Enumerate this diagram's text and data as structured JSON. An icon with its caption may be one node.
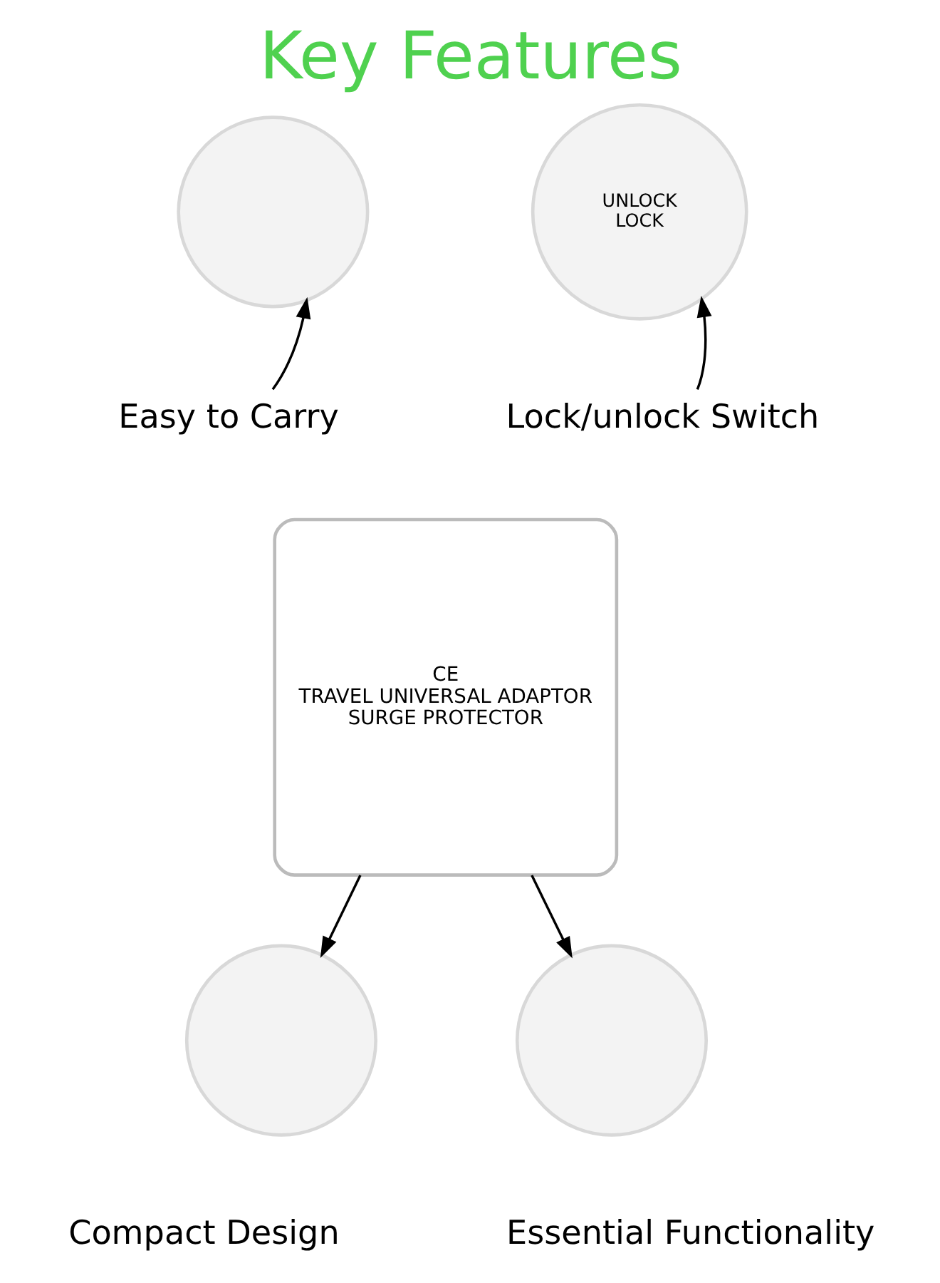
{
  "diagram": {
    "title": "Key Features",
    "nodes": [
      {
        "text": [
          "Easy to Carry"
        ]
      },
      {
        "text": [],
        "shape": "circle"
      },
      {
        "text": [
          "Lock/unlock Switch"
        ]
      },
      {
        "text": [
          "UNLOCK",
          "LOCK"
        ]
      },
      {
        "text": [
          "CE",
          "TRAVEL UNIVERSAL ADAPTOR",
          "SURGE PROTECTOR"
        ]
      },
      {
        "text": [],
        "shape": "circle",
        "beside": [
          "Compact Design"
        ]
      },
      {
        "text": [],
        "shape": "circle",
        "beside": [
          "Essential Functionality"
        ]
      }
    ],
    "edges": [
      {
        "from": 0,
        "to": 1,
        "arrow": "to"
      },
      {
        "from": 2,
        "to": 3,
        "arrow": "to"
      },
      {
        "from": 4,
        "to": 5,
        "arrow": "to"
      },
      {
        "from": 4,
        "to": 6,
        "arrow": "to"
      }
    ]
  }
}
